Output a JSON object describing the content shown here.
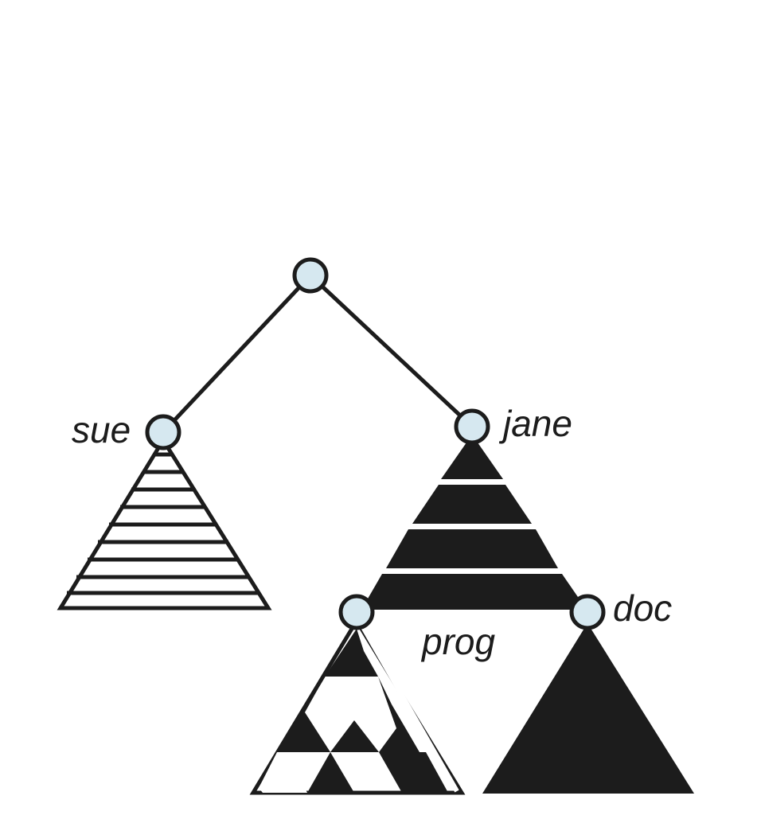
{
  "diagram": {
    "labels": {
      "sue": "sue",
      "jane": "jane",
      "prog": "prog",
      "doc": "doc"
    },
    "colors": {
      "node_fill": "#d6e8f0",
      "stroke": "#1c1c1c",
      "subtree_fill": "#1c1c1c",
      "background": "#ffffff"
    }
  }
}
